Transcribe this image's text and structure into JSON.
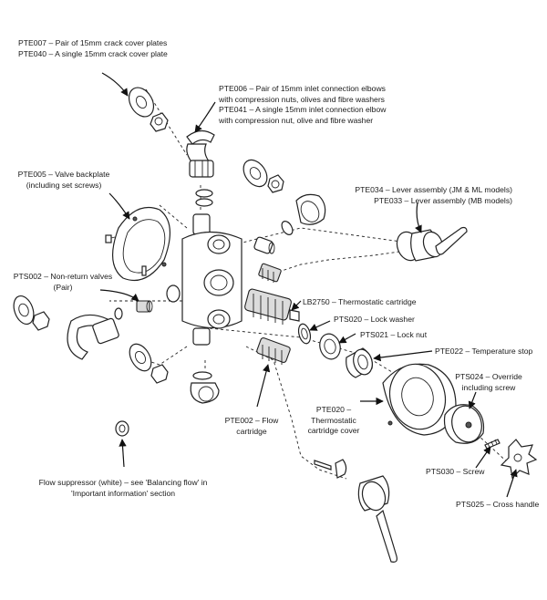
{
  "labels": {
    "pte007": "PTE007 – Pair of 15mm crack cover plates",
    "pte040": "PTE040 – A single 15mm crack cover plate",
    "pte006_1": "PTE006 – Pair of 15mm inlet connection elbows",
    "pte006_2": "with compression nuts, olives and fibre washers",
    "pte041_1": "PTE041 – A single 15mm inlet connection elbow",
    "pte041_2": "with compression nut, olive and fibre washer",
    "pte005_1": "PTE005 – Valve backplate",
    "pte005_2": "(including set screws)",
    "pte034": "PTE034 – Lever assembly (JM & ML models)",
    "pte033": "PTE033 – Lever assembly (MB models)",
    "pts002_1": "PTS002 – Non-return valves",
    "pts002_2": "(Pair)",
    "lb2750": "LB2750 – Thermostatic cartridge",
    "pts020": "PTS020 – Lock washer",
    "pts021": "PTS021 – Lock nut",
    "pte022": "PTE022 – Temperature stop",
    "pts024_1": "PTS024 – Override",
    "pts024_2": "including screw",
    "pte020_1": "PTE020 –",
    "pte020_2": "Thermostatic",
    "pte020_3": "cartridge cover",
    "pte002_1": "PTE002 – Flow",
    "pte002_2": "cartridge",
    "pts030": "PTS030 – Screw",
    "pts025": "PTS025 – Cross handle",
    "flow_1": "Flow suppressor (white) – see 'Balancing flow' in",
    "flow_2": "'Important information' section"
  }
}
